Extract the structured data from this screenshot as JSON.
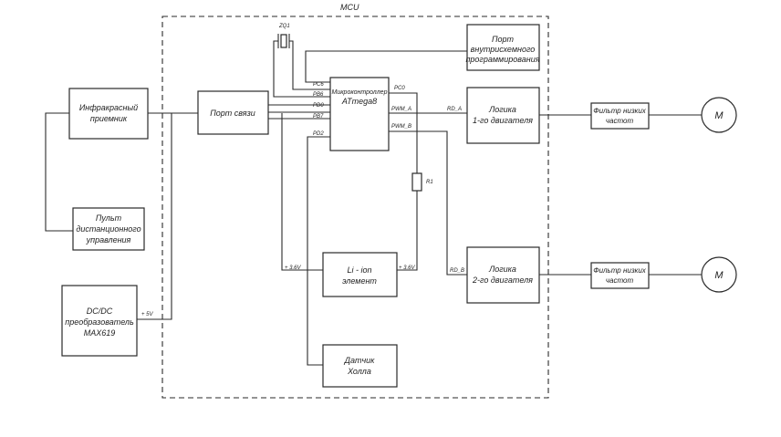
{
  "frame_label": "MCU",
  "blocks": {
    "ir_receiver": [
      "Инфракрасный",
      "приемник"
    ],
    "remote": [
      "Пульт",
      "дистанционного",
      "управления"
    ],
    "dcdc": [
      "DC/DC",
      "преобразователь",
      "MAX619"
    ],
    "comm_port": [
      "Порт связи"
    ],
    "mcu": [
      "Микроконтроллер",
      "ATmega8"
    ],
    "isp_port": [
      "Порт",
      "внутрисхемного",
      "программирования"
    ],
    "logic1": [
      "Логика",
      "1-го двигателя"
    ],
    "logic2": [
      "Логика",
      "2-го двигателя"
    ],
    "li_ion": [
      "Li - ion",
      "элемент"
    ],
    "hall": [
      "Датчик",
      "Холла"
    ],
    "filter1": [
      "Фильтр низких",
      "частот"
    ],
    "filter2": [
      "Фильтр низких",
      "частот"
    ],
    "motor1": "M",
    "motor2": "M"
  },
  "pins": {
    "pc6": "PC6",
    "pb6": "PB6",
    "pd0": "PD0",
    "pb7": "PB7",
    "pd2": "PD2",
    "pc0": "PC0",
    "pwm_a": "PWM_A",
    "pwm_b": "PWM_B"
  },
  "signals": {
    "zq1": "ZQ1",
    "r1": "R1",
    "rd_a": "RD_A",
    "rd_b": "RD_B",
    "v36_left": "+ 3.6V",
    "v36_right": "+ 3.6V",
    "v5": "+ 5V"
  }
}
